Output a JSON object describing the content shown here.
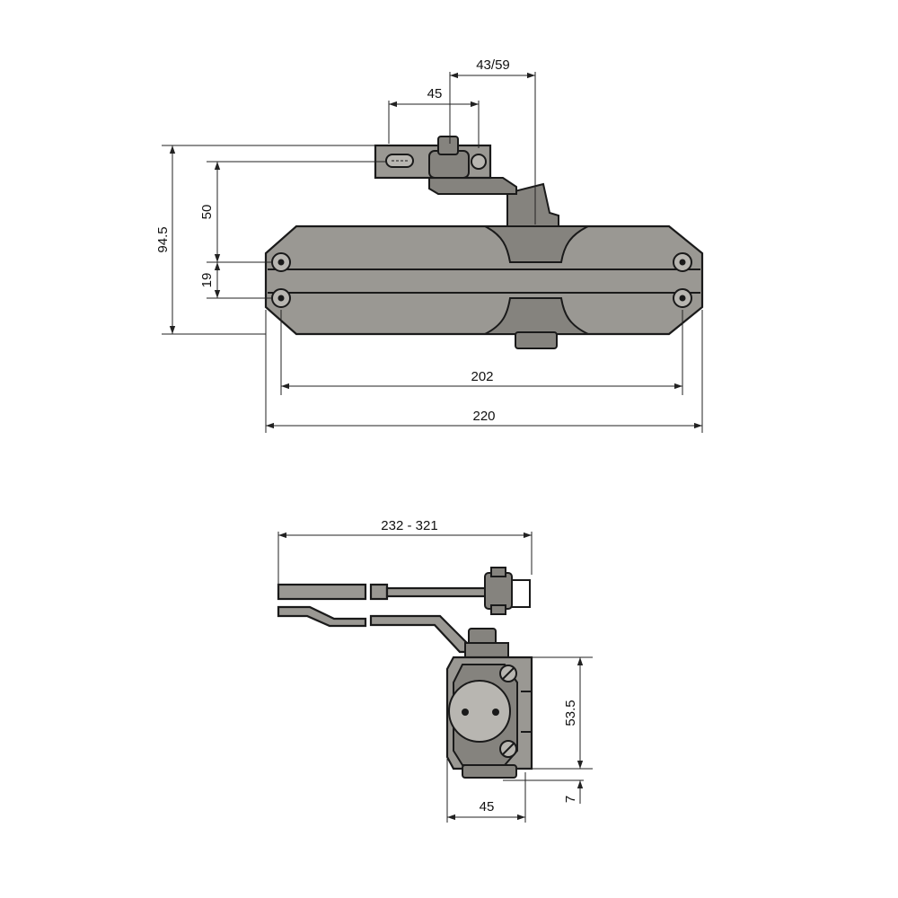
{
  "top_view": {
    "dim_arm_offset": "43/59",
    "dim_bracket_width": "45",
    "dim_overall_height": "94.5",
    "dim_bracket_height": "50",
    "dim_hole_spacing": "19",
    "dim_hole_centers": "202",
    "dim_overall_length": "220"
  },
  "side_view": {
    "dim_arm_range": "232 - 321",
    "dim_body_height": "53.5",
    "dim_offset": "7",
    "dim_body_width": "45"
  }
}
